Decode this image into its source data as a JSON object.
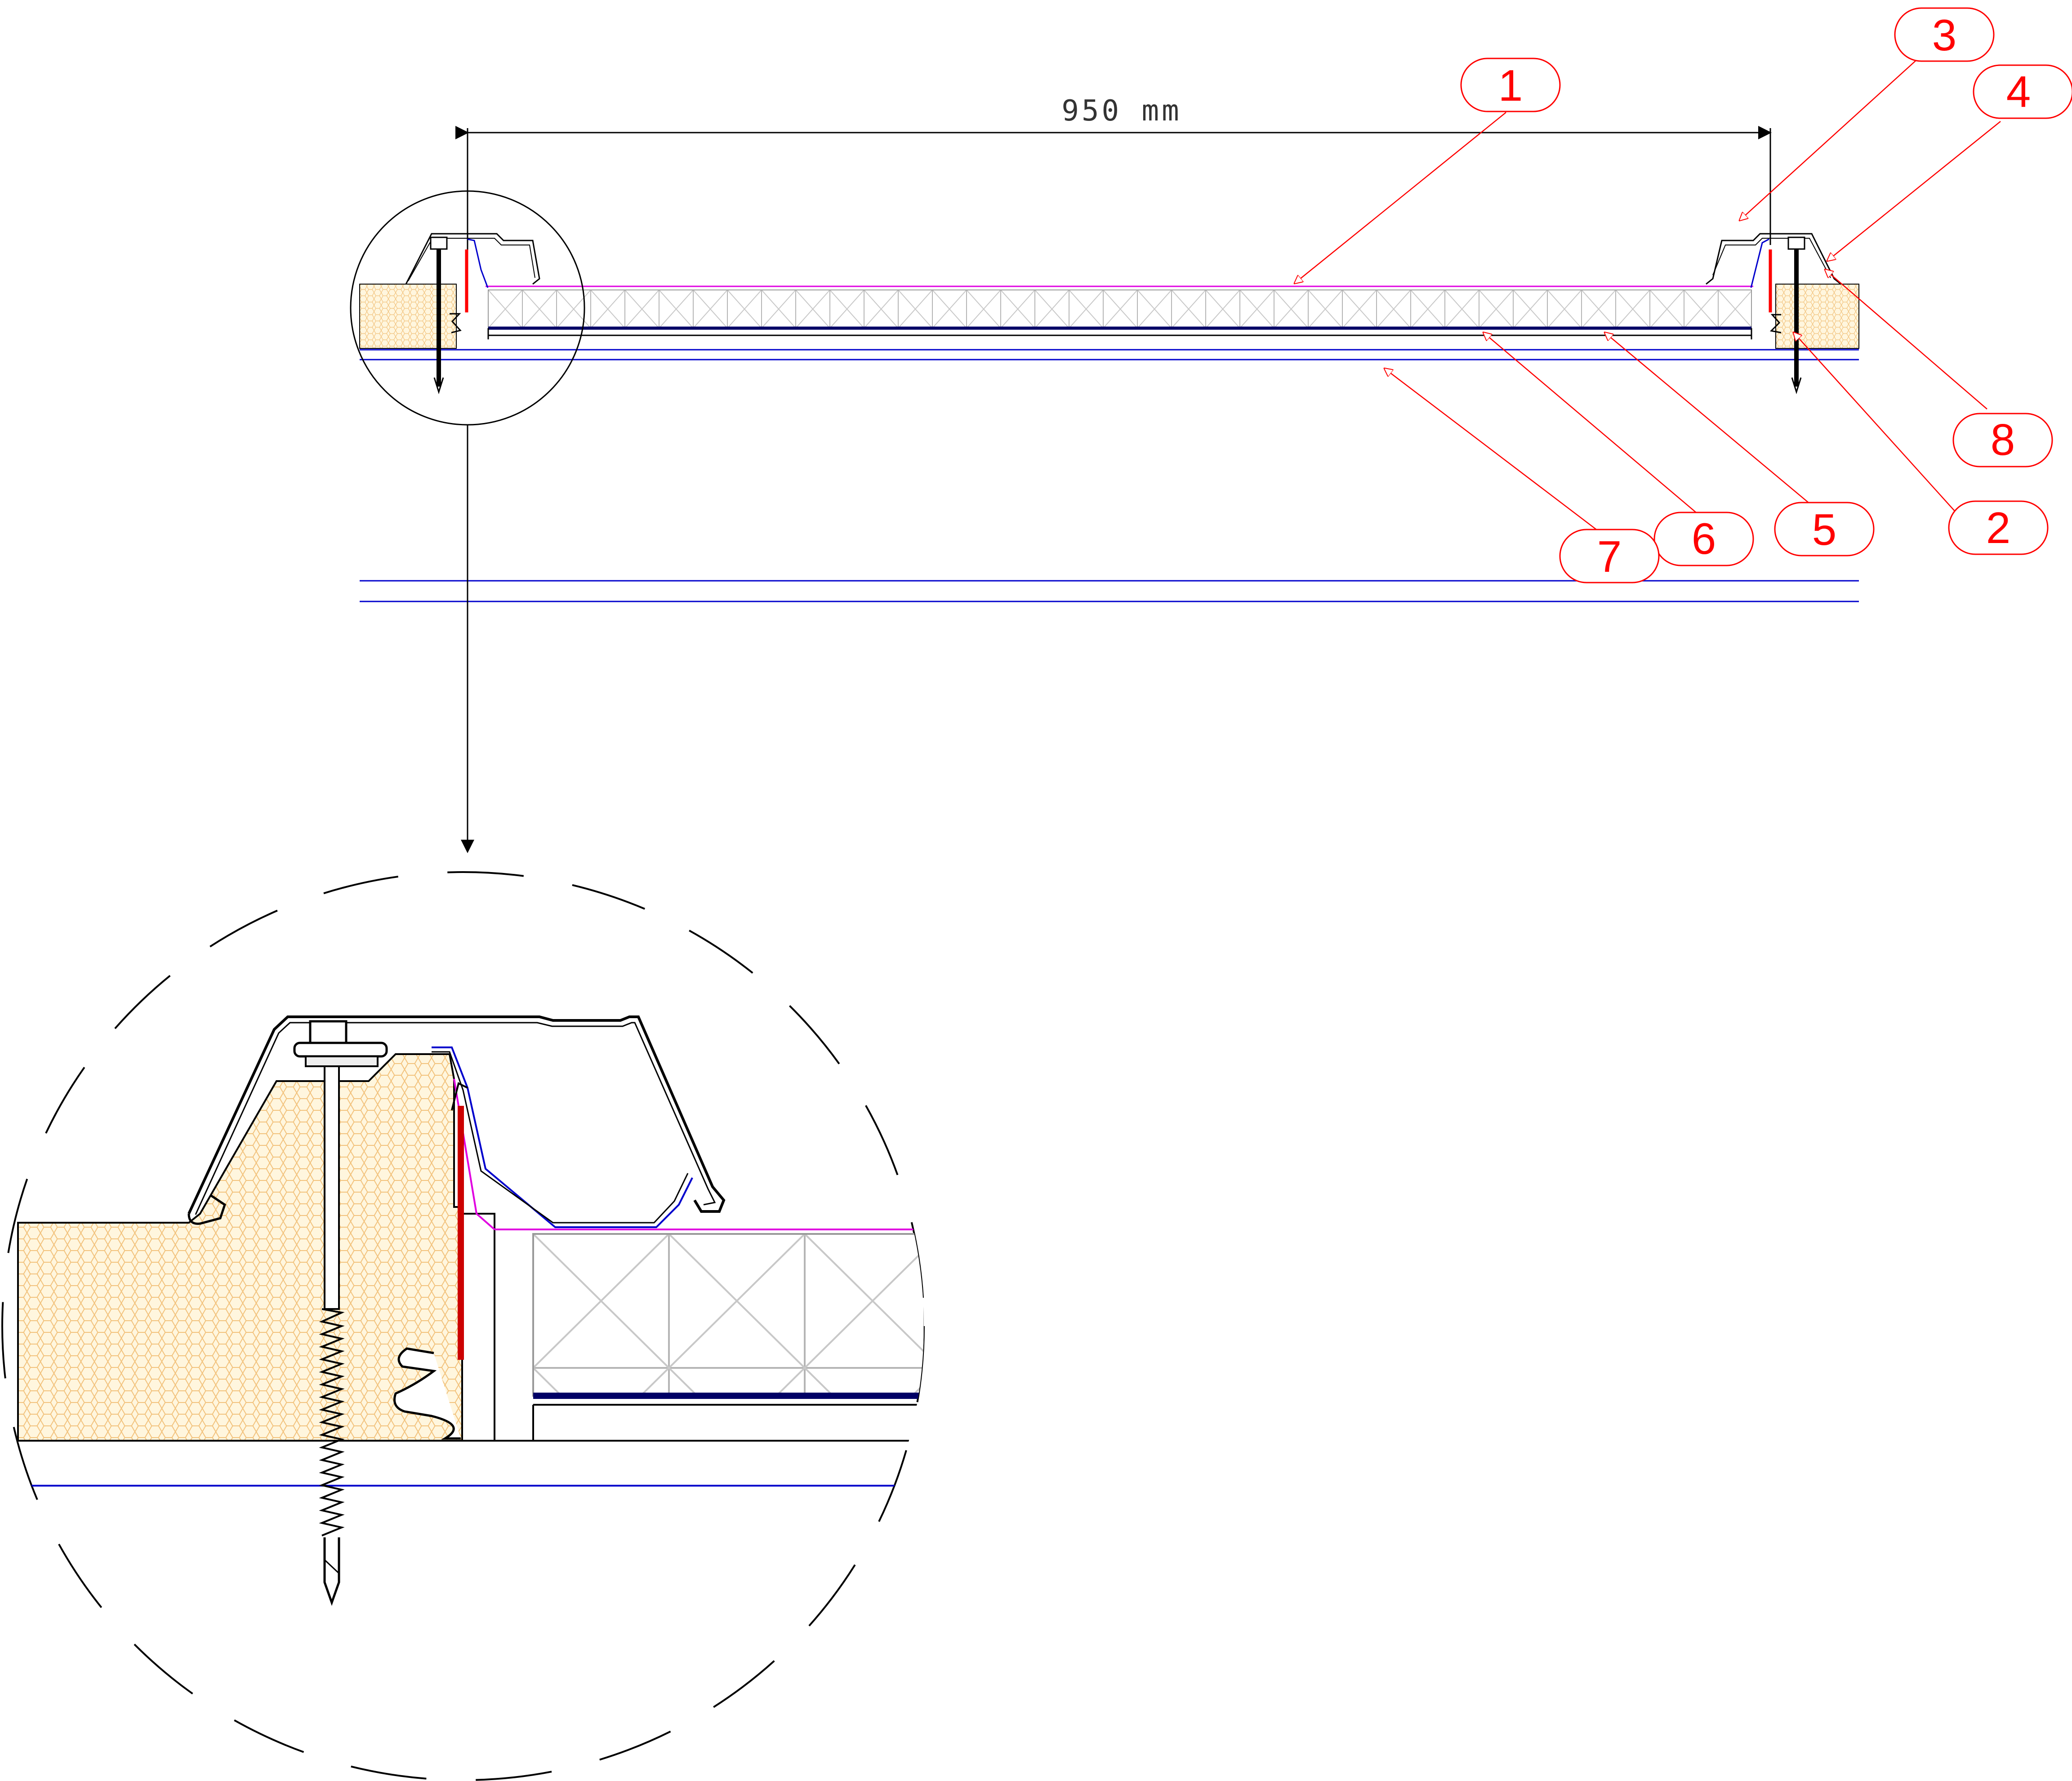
{
  "dimension": {
    "label": "950 mm"
  },
  "callouts": [
    {
      "id": "1",
      "text": "1"
    },
    {
      "id": "2",
      "text": "2"
    },
    {
      "id": "3",
      "text": "3"
    },
    {
      "id": "4",
      "text": "4"
    },
    {
      "id": "5",
      "text": "5"
    },
    {
      "id": "6",
      "text": "6"
    },
    {
      "id": "7",
      "text": "7"
    },
    {
      "id": "8",
      "text": "8"
    }
  ],
  "colors": {
    "callout": "#ff0000",
    "outline": "#000000",
    "membrane": "#0000cc",
    "foil": "#e000e0",
    "insulation_fill": "#fff6de",
    "insulation_hatch": "#f2c27c",
    "panel_grid": "#bbbbbb"
  }
}
